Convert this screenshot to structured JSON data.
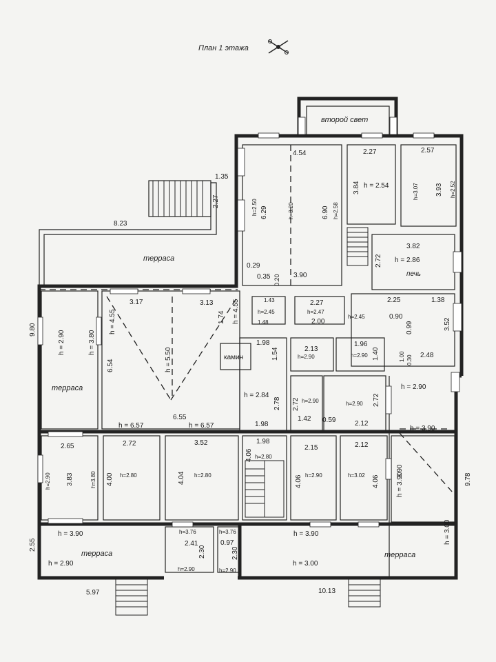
{
  "title": "План 1 этажа",
  "rooms": {
    "second_light": "второй свет",
    "terrace": "терраса",
    "fireplace": "камин",
    "stove": "печь"
  },
  "dims": {
    "d_1_35": "1.35",
    "d_2_27a": "2.27",
    "d_8_23": "8.23",
    "d_9_80": "9.80",
    "d_4_54": "4.54",
    "d_2_27b": "2.27",
    "d_2_57": "2.57",
    "d_3_84": "3.84",
    "h_2_54": "h = 2.54",
    "d_3_07": "h=3.07",
    "d_3_93": "3.93",
    "d_2_52": "h=2.52",
    "h_2_50": "h=2.50",
    "d_6_29": "6.29",
    "d_3_20": "h=3.20",
    "d_6_90": "6.90",
    "d_2_58": "h=2.58",
    "d_3_82": "3.82",
    "h_2_86": "h = 2.86",
    "d_2_72a": "2.72",
    "d_0_29": "0.29",
    "d_0_35": "0.35",
    "d_0_20": "0.20",
    "d_3_90a": "3.90",
    "h_2_90a": "h = 2.90",
    "h_3_80a": "h = 3.80",
    "d_3_17": "3.17",
    "d_3_13": "3.13",
    "d_4_55a": "h = 4.55",
    "d_5_50": "h = 5.50",
    "d_1_74": "1.74",
    "d_4_55b": "h = 4.55",
    "d_6_54": "6.54",
    "d_1_43": "1.43",
    "h_2_45": "h=2.45",
    "d_1_48": "1.48",
    "d_2_27c": "2.27",
    "h_2_47": "h=2.47",
    "d_2_00": "2.00",
    "h_2_45b": "h=2.45",
    "d_2_25": "2.25",
    "d_1_38": "1.38",
    "d_0_90": "0.90",
    "d_0_99": "0.99",
    "d_3_52a": "3.52",
    "d_2_48": "2.48",
    "d_0_30": "0.30",
    "d_1_00": "1.00",
    "d_1_98a": "1.98",
    "d_2_13": "2.13",
    "d_1_96": "1.96",
    "d_1_54": "1.54",
    "d_1_40": "1.40",
    "h_2_90b": "h=2.90",
    "h_2_90c": "h=2.90",
    "h_2_90d": "h = 2.90",
    "h_2_84": "h = 2.84",
    "d_2_78": "2.78",
    "d_1_98b": "1.98",
    "h_2_90e": "h=2.90",
    "d_2_72b": "2.72",
    "d_1_42": "1.42",
    "d_0_59": "0.59",
    "h_2_90f": "h=2.90",
    "d_2_72c": "2.72",
    "d_2_12a": "2.12",
    "h_6_57a": "h = 6.57",
    "d_6_55": "6.55",
    "h_6_57b": "h = 6.57",
    "h_3_90a": "h = 3.90",
    "d_9_78": "9.78",
    "d_2_65": "2.65",
    "d_2_72d": "2.72",
    "d_3_52b": "3.52",
    "d_1_98c": "1.98",
    "d_2_15": "2.15",
    "d_2_12b": "2.12",
    "h_2_90g": "h=2.90",
    "d_3_83": "3.83",
    "h_3_80b": "h=3.80",
    "d_4_00": "4.00",
    "h_2_80a": "h=2.80",
    "d_4_04": "4.04",
    "h_2_80b": "h=2.80",
    "d_4_06a": "4.06",
    "h_2_80c": "h=2.80",
    "d_4_06b": "4.06",
    "h_2_90h": "h=2.90",
    "h_3_02": "h=3.02",
    "d_4_06c": "4.06",
    "d_3_90b": "3.90",
    "h_3_90b": "h = 3.90",
    "h_3_90c": "h = 3.90",
    "d_2_55": "2.55",
    "h_2_90i": "h = 2.90",
    "h_3_76a": "h=3.76",
    "h_3_76b": "h=3.76",
    "d_2_41": "2.41",
    "d_2_30a": "2.30",
    "d_0_97": "0.97",
    "d_2_30b": "2.30",
    "h_2_90j": "h=2.90",
    "h_2_90k": "h=2.90",
    "h_3_90d": "h = 3.90",
    "h_3_00a": "h = 3.00",
    "h_3_00b": "h = 3.00",
    "d_5_97": "5.97",
    "d_10_13": "10.13"
  }
}
